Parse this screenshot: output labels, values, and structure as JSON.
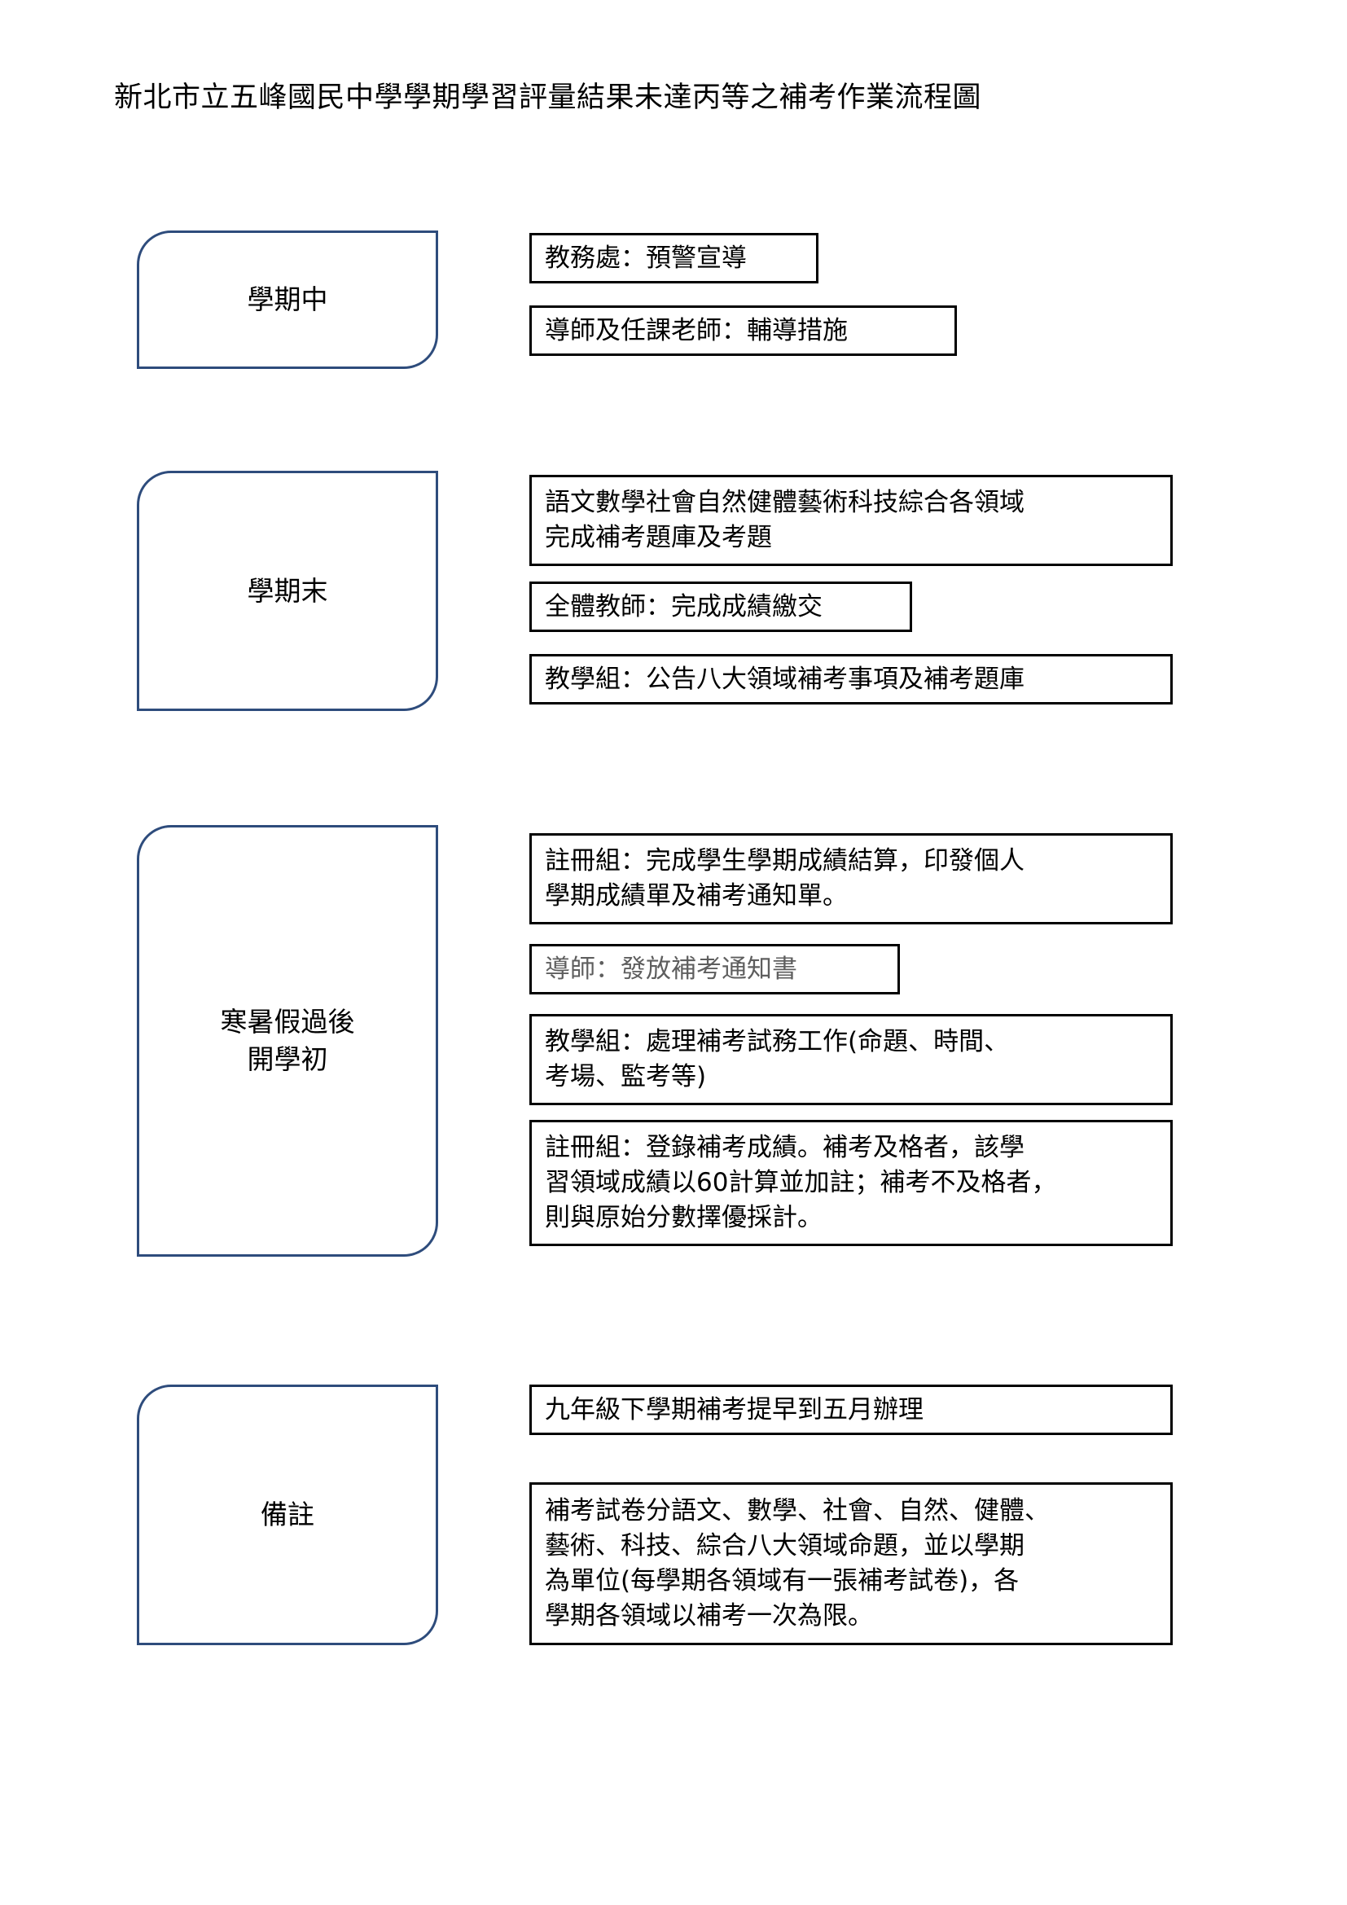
{
  "document": {
    "title": "新北市立五峰國民中學學期學習評量結果未達丙等之補考作業流程圖"
  },
  "theme": {
    "stage_border_color": "#2e4c7c",
    "detail_border_color": "#000000",
    "page_background": "#ffffff",
    "text_color": "#000000"
  },
  "flow": {
    "stages": [
      {
        "label": "學期中",
        "items": [
          {
            "text": "教務處：預警宣導",
            "faded": false
          },
          {
            "text": "導師及任課老師：輔導措施",
            "faded": false
          }
        ]
      },
      {
        "label": "學期末",
        "items": [
          {
            "text": "語文數學社會自然健體藝術科技綜合各領域\n完成補考題庫及考題",
            "faded": false
          },
          {
            "text": "全體教師：完成成績繳交",
            "faded": false
          },
          {
            "text": "教學組：公告八大領域補考事項及補考題庫",
            "faded": false
          }
        ]
      },
      {
        "label": "寒暑假過後\n開學初",
        "items": [
          {
            "text": "註冊組：完成學生學期成績結算，印發個人\n學期成績單及補考通知單。",
            "faded": false
          },
          {
            "text": "導師：發放補考通知書",
            "faded": true
          },
          {
            "text": "教學組：處理補考試務工作(命題、時間、\n考場、監考等)",
            "faded": false
          },
          {
            "text": "註冊組：登錄補考成績。補考及格者，該學\n習領域成績以60計算並加註；補考不及格者，\n則與原始分數擇優採計。",
            "faded": false
          }
        ]
      },
      {
        "label": "備註",
        "items": [
          {
            "text": "九年級下學期補考提早到五月辦理",
            "faded": false
          },
          {
            "text": "補考試卷分語文、數學、社會、自然、健體、\n藝術、科技、綜合八大領域命題，並以學期\n為單位(每學期各領域有一張補考試卷)，各\n學期各領域以補考一次為限。",
            "faded": false
          }
        ]
      }
    ]
  }
}
